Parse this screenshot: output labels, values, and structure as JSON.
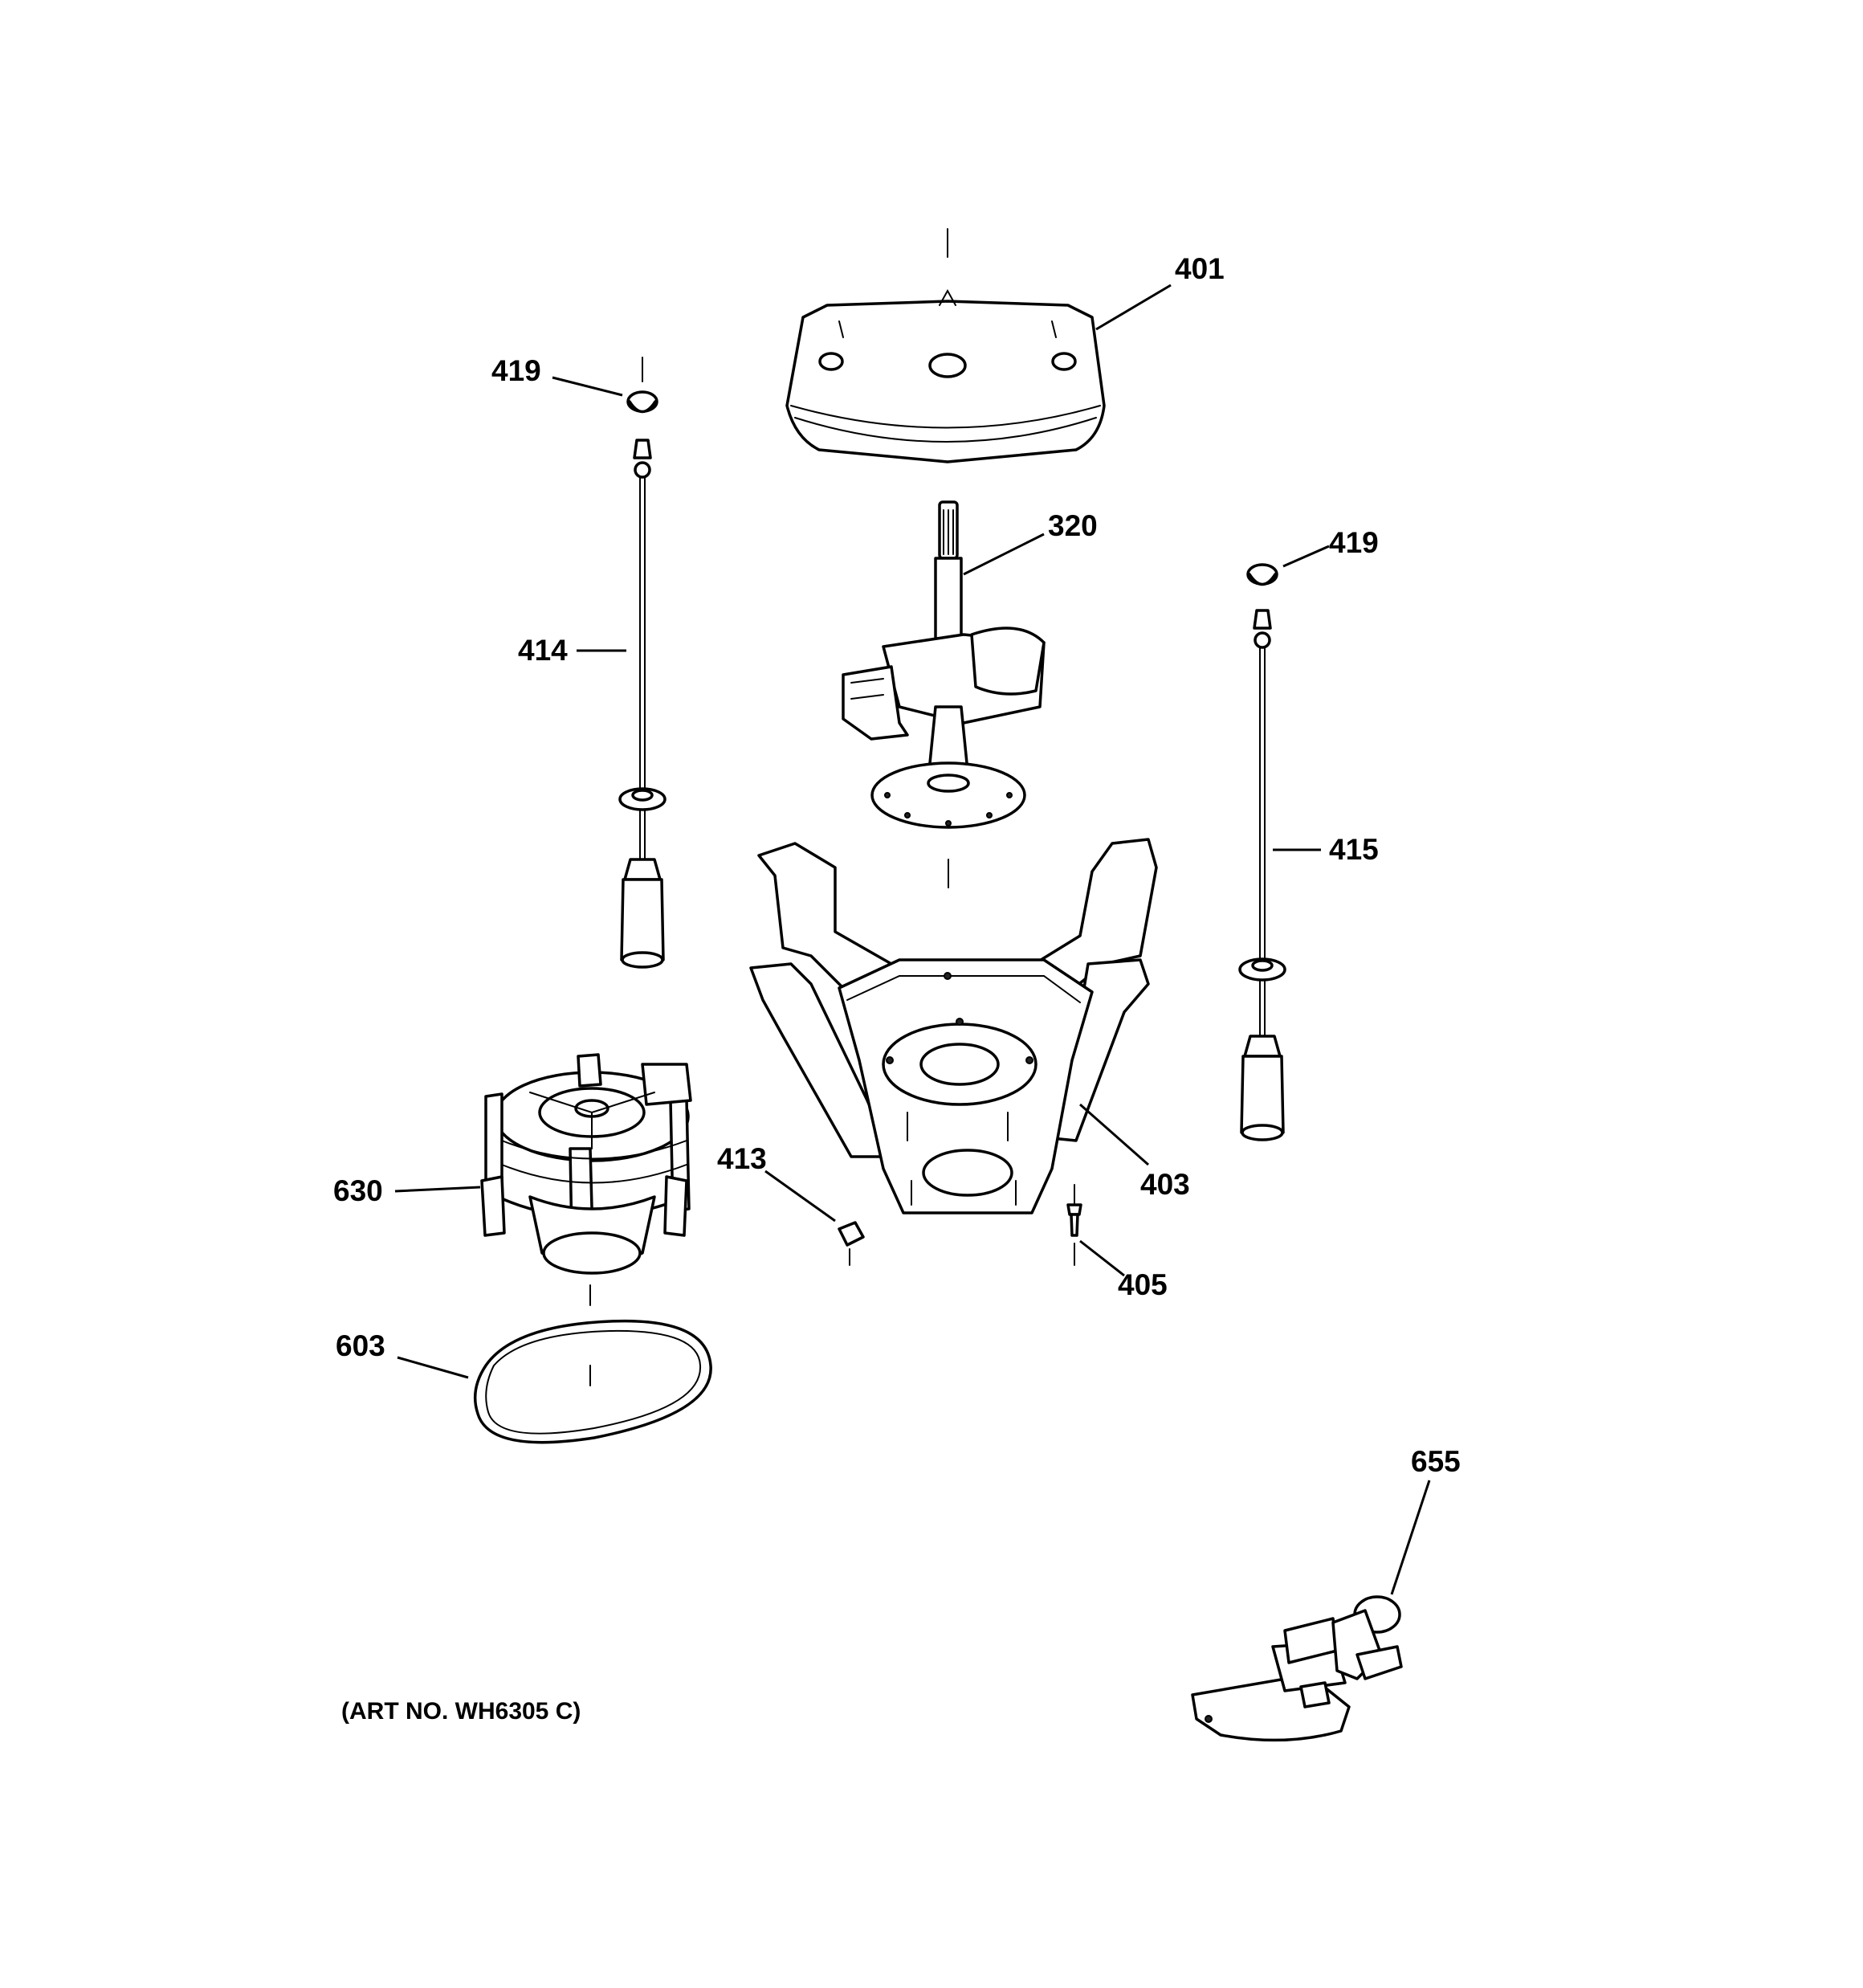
{
  "art_number": "(ART NO. WH6305 C)",
  "callouts": {
    "c401": "401",
    "c419_left": "419",
    "c419_right": "419",
    "c320": "320",
    "c414": "414",
    "c415": "415",
    "c413": "413",
    "c403": "403",
    "c405": "405",
    "c630": "630",
    "c603": "603",
    "c655": "655"
  }
}
